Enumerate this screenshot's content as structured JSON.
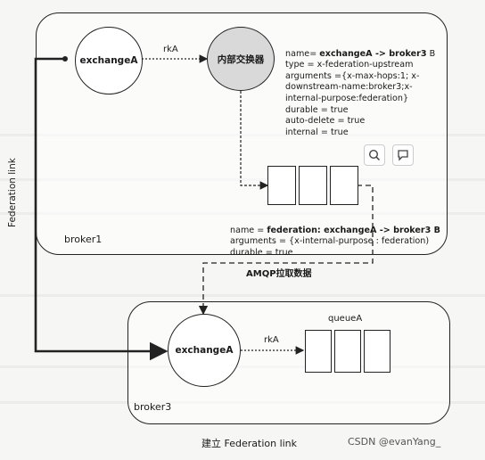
{
  "nodes": {
    "exchange_top": "exchangeA",
    "internal_exchange": "内部交换器",
    "exchange_bottom": "exchangeA"
  },
  "edges": {
    "rk_top": "rkA",
    "rk_bottom": "rkA",
    "amqp": "AMQP拉取数据",
    "federation_link": "Federation link"
  },
  "brokers": {
    "top": "broker1",
    "bottom": "broker3"
  },
  "queue_label": "queueA",
  "exchange_props": {
    "name_prefix": "name= ",
    "name_value": "exchangeA -> broker3",
    "name_suffix": " B",
    "lines": [
      "type = x-federation-upstream",
      "arguments ={x-max-hops:1; x-",
      "downstream-name:broker3;x-",
      "internal-purpose:federation}",
      "durable = true",
      "auto-delete = true",
      "internal = true"
    ]
  },
  "queue_props": {
    "name_prefix": "name = ",
    "name_value": "federation: exchangeA -> broker3",
    "name_suffix": " B",
    "lines": [
      "arguments = {x-internal-purpose : federation)",
      "durable = true"
    ]
  },
  "caption": "建立 Federation link",
  "watermark": "CSDN @evanYang_"
}
